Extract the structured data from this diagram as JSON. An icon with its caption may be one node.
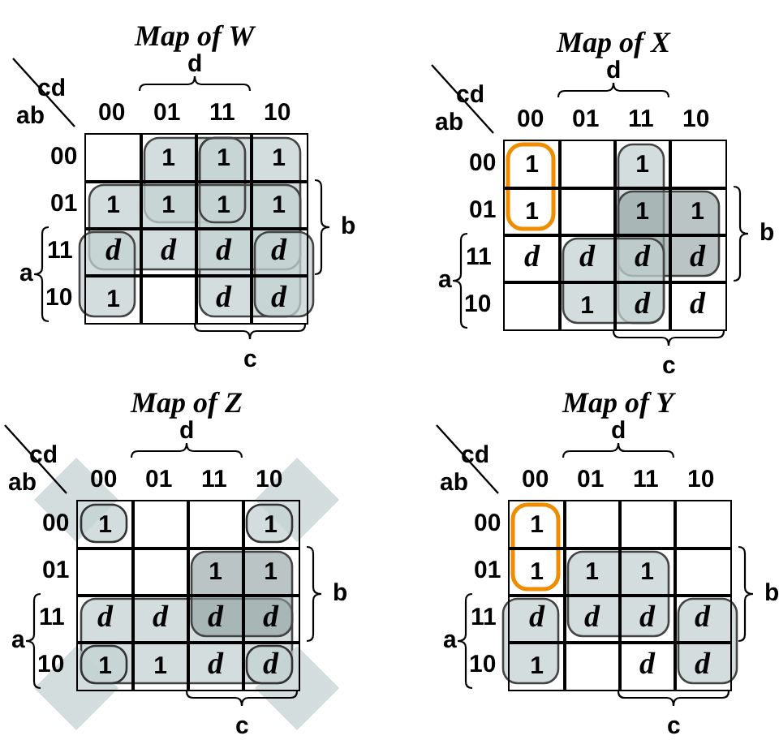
{
  "diagram": {
    "nodes": [
      {
        "text": [
          "Map of W",
          "d",
          "cd",
          "ab",
          "00",
          "01",
          "11",
          "10",
          "00",
          "01",
          "11",
          "10",
          "b",
          "a",
          "c"
        ]
      },
      {
        "text": [],
        "shape": "box",
        "in": 0
      },
      {
        "text": [
          "1"
        ],
        "in": 0
      },
      {
        "text": [
          "1"
        ],
        "in": 0
      },
      {
        "text": [
          "1"
        ],
        "in": 0
      },
      {
        "text": [
          "1"
        ],
        "in": 0
      },
      {
        "text": [
          "1"
        ],
        "in": 0
      },
      {
        "text": [
          "1"
        ],
        "in": 0
      },
      {
        "text": [
          "1"
        ],
        "in": 0
      },
      {
        "text": [
          "d"
        ],
        "in": 0
      },
      {
        "text": [
          "d"
        ],
        "in": 0
      },
      {
        "text": [
          "d"
        ],
        "in": 0
      },
      {
        "text": [
          "d"
        ],
        "in": 0
      },
      {
        "text": [
          "1"
        ],
        "in": 0
      },
      {
        "text": [],
        "shape": "box",
        "in": 0
      },
      {
        "text": [
          "d"
        ],
        "in": 0
      },
      {
        "text": [
          "d"
        ],
        "in": 0
      },
      {
        "text": [
          "Map of X",
          "d",
          "cd",
          "ab",
          "00",
          "01",
          "11",
          "10",
          "00",
          "01",
          "11",
          "10",
          "b",
          "a",
          "c"
        ]
      },
      {
        "text": [
          "1"
        ],
        "in": 17
      },
      {
        "text": [],
        "shape": "box",
        "in": 17
      },
      {
        "text": [
          "1"
        ],
        "in": 17
      },
      {
        "text": [],
        "shape": "box",
        "in": 17
      },
      {
        "text": [
          "1"
        ],
        "in": 17
      },
      {
        "text": [],
        "shape": "box",
        "in": 17
      },
      {
        "text": [
          "1"
        ],
        "in": 17
      },
      {
        "text": [
          "1"
        ],
        "in": 17
      },
      {
        "text": [
          "d"
        ],
        "in": 17
      },
      {
        "text": [
          "d"
        ],
        "in": 17
      },
      {
        "text": [
          "d"
        ],
        "in": 17
      },
      {
        "text": [
          "d"
        ],
        "in": 17
      },
      {
        "text": [],
        "shape": "box",
        "in": 17
      },
      {
        "text": [
          "1"
        ],
        "in": 17
      },
      {
        "text": [
          "d"
        ],
        "in": 17
      },
      {
        "text": [
          "d"
        ],
        "in": 17
      },
      {
        "text": [
          "Map of Z",
          "d",
          "cd",
          "ab",
          "00",
          "01",
          "11",
          "10",
          "00",
          "01",
          "11",
          "10",
          "b",
          "a",
          "c"
        ]
      },
      {
        "text": [
          "1"
        ],
        "in": 34
      },
      {
        "text": [],
        "shape": "box",
        "in": 34
      },
      {
        "text": [],
        "shape": "box",
        "in": 34
      },
      {
        "text": [
          "1"
        ],
        "in": 34
      },
      {
        "text": [],
        "shape": "box",
        "in": 34
      },
      {
        "text": [],
        "shape": "box",
        "in": 34
      },
      {
        "text": [
          "1"
        ],
        "in": 34
      },
      {
        "text": [
          "1"
        ],
        "in": 34
      },
      {
        "text": [
          "d"
        ],
        "in": 34
      },
      {
        "text": [
          "d"
        ],
        "in": 34
      },
      {
        "text": [
          "d"
        ],
        "in": 34
      },
      {
        "text": [
          "d"
        ],
        "in": 34
      },
      {
        "text": [
          "1"
        ],
        "in": 34
      },
      {
        "text": [
          "1"
        ],
        "in": 34
      },
      {
        "text": [
          "d"
        ],
        "in": 34
      },
      {
        "text": [
          "d"
        ],
        "in": 34
      },
      {
        "text": [
          "Map of Y",
          "d",
          "cd",
          "ab",
          "00",
          "01",
          "11",
          "10",
          "00",
          "01",
          "11",
          "10",
          "b",
          "a",
          "c"
        ]
      },
      {
        "text": [
          "1"
        ],
        "in": 51
      },
      {
        "text": [],
        "shape": "box",
        "in": 51
      },
      {
        "text": [],
        "shape": "box",
        "in": 51
      },
      {
        "text": [],
        "shape": "box",
        "in": 51
      },
      {
        "text": [
          "1"
        ],
        "in": 51
      },
      {
        "text": [
          "1"
        ],
        "in": 51
      },
      {
        "text": [
          "1"
        ],
        "in": 51
      },
      {
        "text": [],
        "shape": "box",
        "in": 51
      },
      {
        "text": [
          "d"
        ],
        "in": 51
      },
      {
        "text": [
          "d"
        ],
        "in": 51
      },
      {
        "text": [
          "d"
        ],
        "in": 51
      },
      {
        "text": [
          "d"
        ],
        "in": 51
      },
      {
        "text": [
          "1"
        ],
        "in": 51
      },
      {
        "text": [],
        "shape": "box",
        "in": 51
      },
      {
        "text": [
          "d"
        ],
        "in": 51
      },
      {
        "text": [
          "d"
        ],
        "in": 51
      }
    ]
  }
}
